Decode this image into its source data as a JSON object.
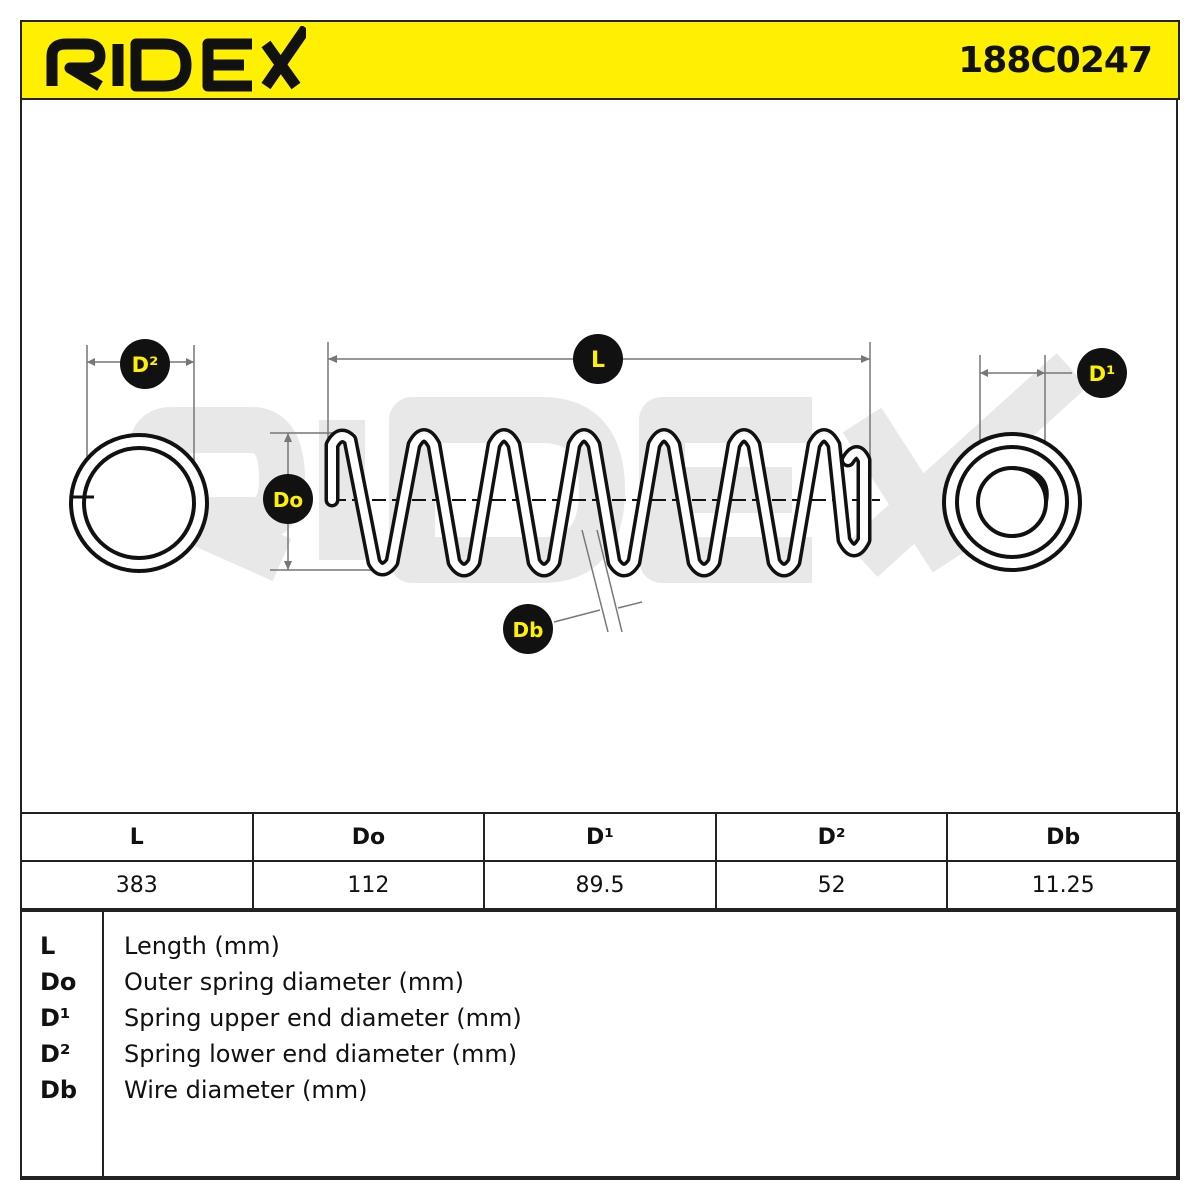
{
  "header": {
    "logo_text": "RIDEX",
    "part_number": "188C0247",
    "brand_color": "#ffef00"
  },
  "diagram": {
    "watermark_text": "RIDEX",
    "labels": {
      "d2": "D²",
      "l": "L",
      "d1": "D¹",
      "do": "Do",
      "db": "Db"
    }
  },
  "table": {
    "headers": [
      "L",
      "Do",
      "D¹",
      "D²",
      "Db"
    ],
    "values": [
      "383",
      "112",
      "89.5",
      "52",
      "11.25"
    ]
  },
  "legend": [
    {
      "symbol": "L",
      "description": "Length (mm)"
    },
    {
      "symbol": "Do",
      "description": "Outer spring diameter (mm)"
    },
    {
      "symbol": "D¹",
      "description": "Spring upper end diameter (mm)"
    },
    {
      "symbol": "D²",
      "description": "Spring lower end diameter (mm)"
    },
    {
      "symbol": "Db",
      "description": "Wire diameter (mm)"
    }
  ]
}
